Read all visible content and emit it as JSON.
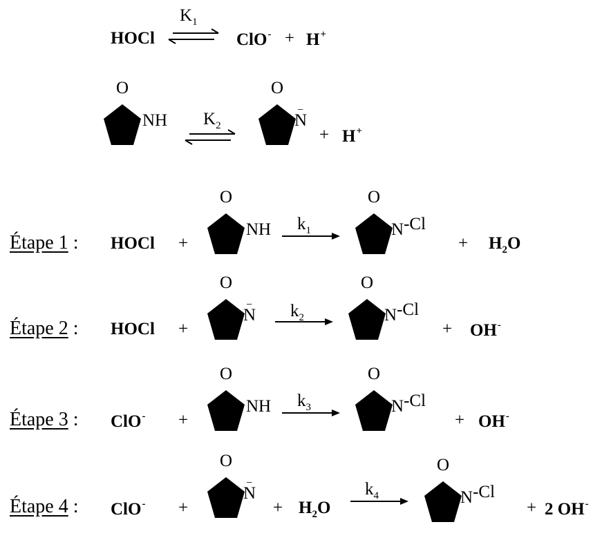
{
  "equilibria": [
    {
      "constant": "K",
      "constant_sub": "1",
      "left": "HOCl",
      "right": "ClO",
      "right_sup": "-",
      "plus": "+",
      "proton": "H",
      "proton_sup": "+"
    },
    {
      "constant": "K",
      "constant_sub": "2",
      "plus": "+",
      "proton": "H",
      "proton_sup": "+"
    }
  ],
  "atoms": {
    "oxygen": "O",
    "nh": "NH",
    "n": "N",
    "n_charge": "−",
    "ncl": "N",
    "ncl_suffix": "-Cl"
  },
  "steps": [
    {
      "label": "Étape 1",
      "colon": ":",
      "reactant1": "HOCl",
      "plus1": "+",
      "rate": "k",
      "rate_sub": "1",
      "plus2": "+",
      "product2": "H",
      "product2_sub": "2",
      "product2_end": "O"
    },
    {
      "label": "Étape 2",
      "colon": ":",
      "reactant1": "HOCl",
      "plus1": "+",
      "rate": "k",
      "rate_sub": "2",
      "plus2": "+",
      "product2": "OH",
      "product2_sup": "-"
    },
    {
      "label": "Étape 3",
      "colon": ":",
      "reactant1": "ClO",
      "reactant1_sup": "-",
      "plus1": "+",
      "rate": "k",
      "rate_sub": "3",
      "plus2": "+",
      "product2": "OH",
      "product2_sup": "-"
    },
    {
      "label": "Étape 4",
      "colon": ":",
      "reactant1": "ClO",
      "reactant1_sup": "-",
      "plus1": "+",
      "plus_mid": "+",
      "water": "H",
      "water_sub": "2",
      "water_end": "O",
      "rate": "k",
      "rate_sub": "4",
      "plus2": "+",
      "product2": "2 OH",
      "product2_sup": "-"
    }
  ]
}
